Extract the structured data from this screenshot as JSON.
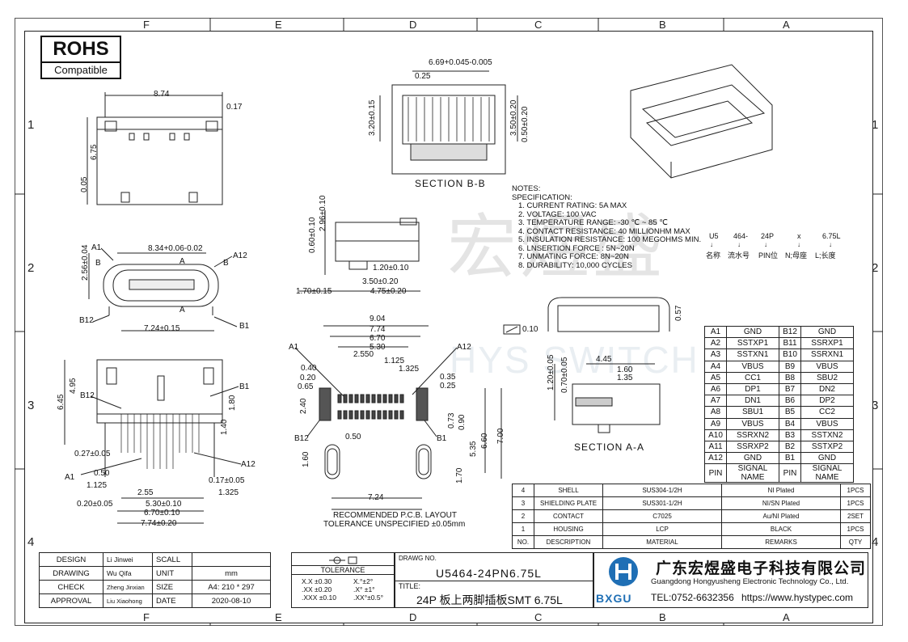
{
  "zones_top": [
    "F",
    "E",
    "D",
    "C",
    "B",
    "A"
  ],
  "zones_side": [
    "1",
    "2",
    "3",
    "4"
  ],
  "rohs": {
    "line1": "ROHS",
    "line2": "Compatible"
  },
  "watermark": {
    "cn": "宏煜盛",
    "en": "HYS SWITCH"
  },
  "dims": {
    "top_width": "8.74",
    "top_017": "0.17",
    "top_675": "6.75",
    "top_005": "0.05",
    "f_256": "2.56±0.04",
    "f_834": "8.34+0.06-0.02",
    "f_724": "7.24±0.15",
    "a1": "A1",
    "a12": "A12",
    "b1": "B1",
    "b12": "B12",
    "a": "A",
    "b": "B",
    "s_296": "2.96±0.10",
    "s_060": "0.60±0.10",
    "s_120": "1.20±0.10",
    "s_350": "3.50±0.20",
    "s_475": "4.75±0.20",
    "s_170": "1.70±0.15",
    "bb_669": "6.69+0.045-0.005",
    "bb_025": "0.25",
    "bb_320": "3.20±0.15",
    "bb_350": "3.50±0.20",
    "bb_050": "0.50±0.20",
    "b_645": "6.45",
    "b_495": "4.95",
    "b_180": "1.80",
    "b_140": "1.40",
    "b_027": "0.27±0.05",
    "b_050": "0.50",
    "b_1125": "1.125",
    "b_255": "2.55",
    "b_020": "0.20±0.05",
    "b_530": "5.30±0.10",
    "b_670": "6.70±0.10",
    "b_774": "7.74±0.20",
    "b_017": "0.17±0.05",
    "b_1325": "1.325",
    "p_904": "9.04",
    "p_774": "7.74",
    "p_670": "6.70",
    "p_530": "5.30",
    "p_2550": "2.550",
    "p_1125": "1.125",
    "p_1325": "1.325",
    "p_040": "0.40",
    "p_020": "0.20",
    "p_065": "0.65",
    "p_035": "0.35",
    "p_025": "0.25",
    "p_240": "2.40",
    "p_073": "0.73",
    "p_090": "0.90",
    "p_535": "5.35",
    "p_660": "6.60",
    "p_700": "7.00",
    "p_050": "0.50",
    "p_160": "1.60",
    "p_170": "1.70",
    "p_724": "7.24",
    "aa_057": "0.57",
    "aa_445": "4.45",
    "aa_160": "1.60",
    "aa_135": "1.35",
    "aa_120": "1.20±0.05",
    "aa_070": "0.70±0.05",
    "flat": "0.10"
  },
  "section_labels": {
    "bb": "SECTION  B-B",
    "aa": "SECTION  A-A"
  },
  "pcb": {
    "line1": "RECOMMENDED  P.C.B. LAYOUT",
    "line2": "TOLERANCE UNSPECIFIED ±0.05mm"
  },
  "notes": {
    "title": "NOTES:",
    "spec": "SPECIFICATION:",
    "items": [
      "1. CURRENT RATING: 5A MAX",
      "2. VOLTAGE: 100 VAC",
      "3. TEMPERATURE RANGE: -30 ℃ ~ 85 ℃",
      "4. CONTACT RESISTANCE: 40 MILLIONHM MAX",
      "5. INSULATION RESISTANCE: 100 MEGOHMS MIN.",
      "6. LNSERTION FORCE : 5N~20N",
      "7. UNMATING FORCE: 8N~20N",
      "8. DURABILITY:   10,000 CYCLES"
    ]
  },
  "part_code": {
    "codes": [
      "U5",
      "464-",
      "24P",
      "x",
      "6.75L"
    ],
    "desc": [
      "名称",
      "流水号",
      "PIN位",
      "N;母座",
      "L;长度"
    ]
  },
  "pins": [
    [
      "A1",
      "GND",
      "B12",
      "GND"
    ],
    [
      "A2",
      "SSTXP1",
      "B11",
      "SSRXP1"
    ],
    [
      "A3",
      "SSTXN1",
      "B10",
      "SSRXN1"
    ],
    [
      "A4",
      "VBUS",
      "B9",
      "VBUS"
    ],
    [
      "A5",
      "CC1",
      "B8",
      "SBU2"
    ],
    [
      "A6",
      "DP1",
      "B7",
      "DN2"
    ],
    [
      "A7",
      "DN1",
      "B6",
      "DP2"
    ],
    [
      "A8",
      "SBU1",
      "B5",
      "CC2"
    ],
    [
      "A9",
      "VBUS",
      "B4",
      "VBUS"
    ],
    [
      "A10",
      "SSRXN2",
      "B3",
      "SSTXN2"
    ],
    [
      "A11",
      "SSRXP2",
      "B2",
      "SSTXP2"
    ],
    [
      "A12",
      "GND",
      "B1",
      "GND"
    ],
    [
      "PIN",
      "SIGNAL NAME",
      "PIN",
      "SIGNAL NAME"
    ]
  ],
  "bom": [
    [
      "4",
      "SHELL",
      "SUS304-1/2H",
      "NI  Plated",
      "1PCS"
    ],
    [
      "3",
      "SHIELDING PLATE",
      "SUS301-1/2H",
      "NI/SN  Plated",
      "1PCS"
    ],
    [
      "2",
      "CONTACT",
      "C7025",
      "Au/NI Plated",
      "2SET"
    ],
    [
      "1",
      "HOUSING",
      "LCP",
      "BLACK",
      "1PCS"
    ],
    [
      "NO.",
      "DESCRIPTION",
      "MATERIAL",
      "REMARKS",
      "QTY"
    ]
  ],
  "title_block": {
    "design": "DESIGN",
    "design_name": "Li Jinwei",
    "scale": "SCALL",
    "drawing": "DRAWING",
    "drawing_name": "Wu Qifa",
    "unit": "UNIT",
    "unit_val": "mm",
    "check": "CHECK",
    "check_name": "Zheng Jinxian",
    "size": "SIZE",
    "size_val": "A4: 210 * 297",
    "approval": "APPROVAL",
    "approval_name": "Liu Xiaohong",
    "date": "DATE",
    "date_val": "2020-08-10",
    "tolerance": "TOLERANCE",
    "tol_rows": [
      [
        "X.X  ±0.30",
        "X.°±2°"
      ],
      [
        ".XX  ±0.20",
        ".X° ±1°"
      ],
      [
        ".XXX  ±0.10",
        ".XX°±0.5°"
      ]
    ],
    "drawing_no_label": "DRAWG NO.",
    "drawing_no": "U5464-24PN6.75L",
    "title_label": "TITLE:",
    "title": "24P 板上两脚插板SMT 6.75L",
    "company_cn": "广东宏煜盛电子科技有限公司",
    "company_en": "Guangdong Hongyusheng Electronic Technology Co., Ltd.",
    "tel": "TEL:0752-6632356",
    "web": "https://www.hystypec.com",
    "logo_text": "BXGU"
  }
}
